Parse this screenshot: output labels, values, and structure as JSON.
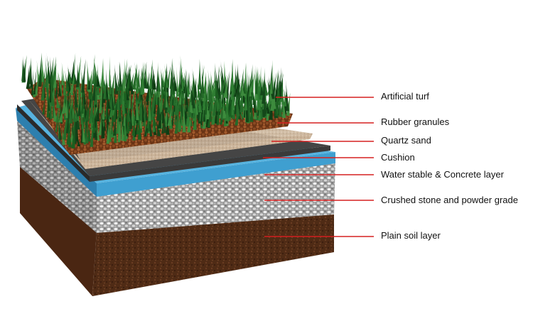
{
  "colors": {
    "leader_line": "#d62020",
    "turf": "#1f6b22",
    "rubber": "#8a4a22",
    "sand": "#cbb49a",
    "cushion": "#3a3a3a",
    "concrete": "#3f9fd0",
    "gravel": "#b9b9b9",
    "soil": "#5a3119"
  },
  "layers": [
    {
      "id": "artificial-turf",
      "label": "Artificial turf"
    },
    {
      "id": "rubber-granules",
      "label": "Rubber granules"
    },
    {
      "id": "quartz-sand",
      "label": "Quartz sand"
    },
    {
      "id": "cushion",
      "label": "Cushion"
    },
    {
      "id": "water-stable-concrete",
      "label": "Water stable & Concrete layer"
    },
    {
      "id": "crushed-stone",
      "label": "Crushed stone and powder grade"
    },
    {
      "id": "plain-soil",
      "label": "Plain soil layer"
    }
  ]
}
